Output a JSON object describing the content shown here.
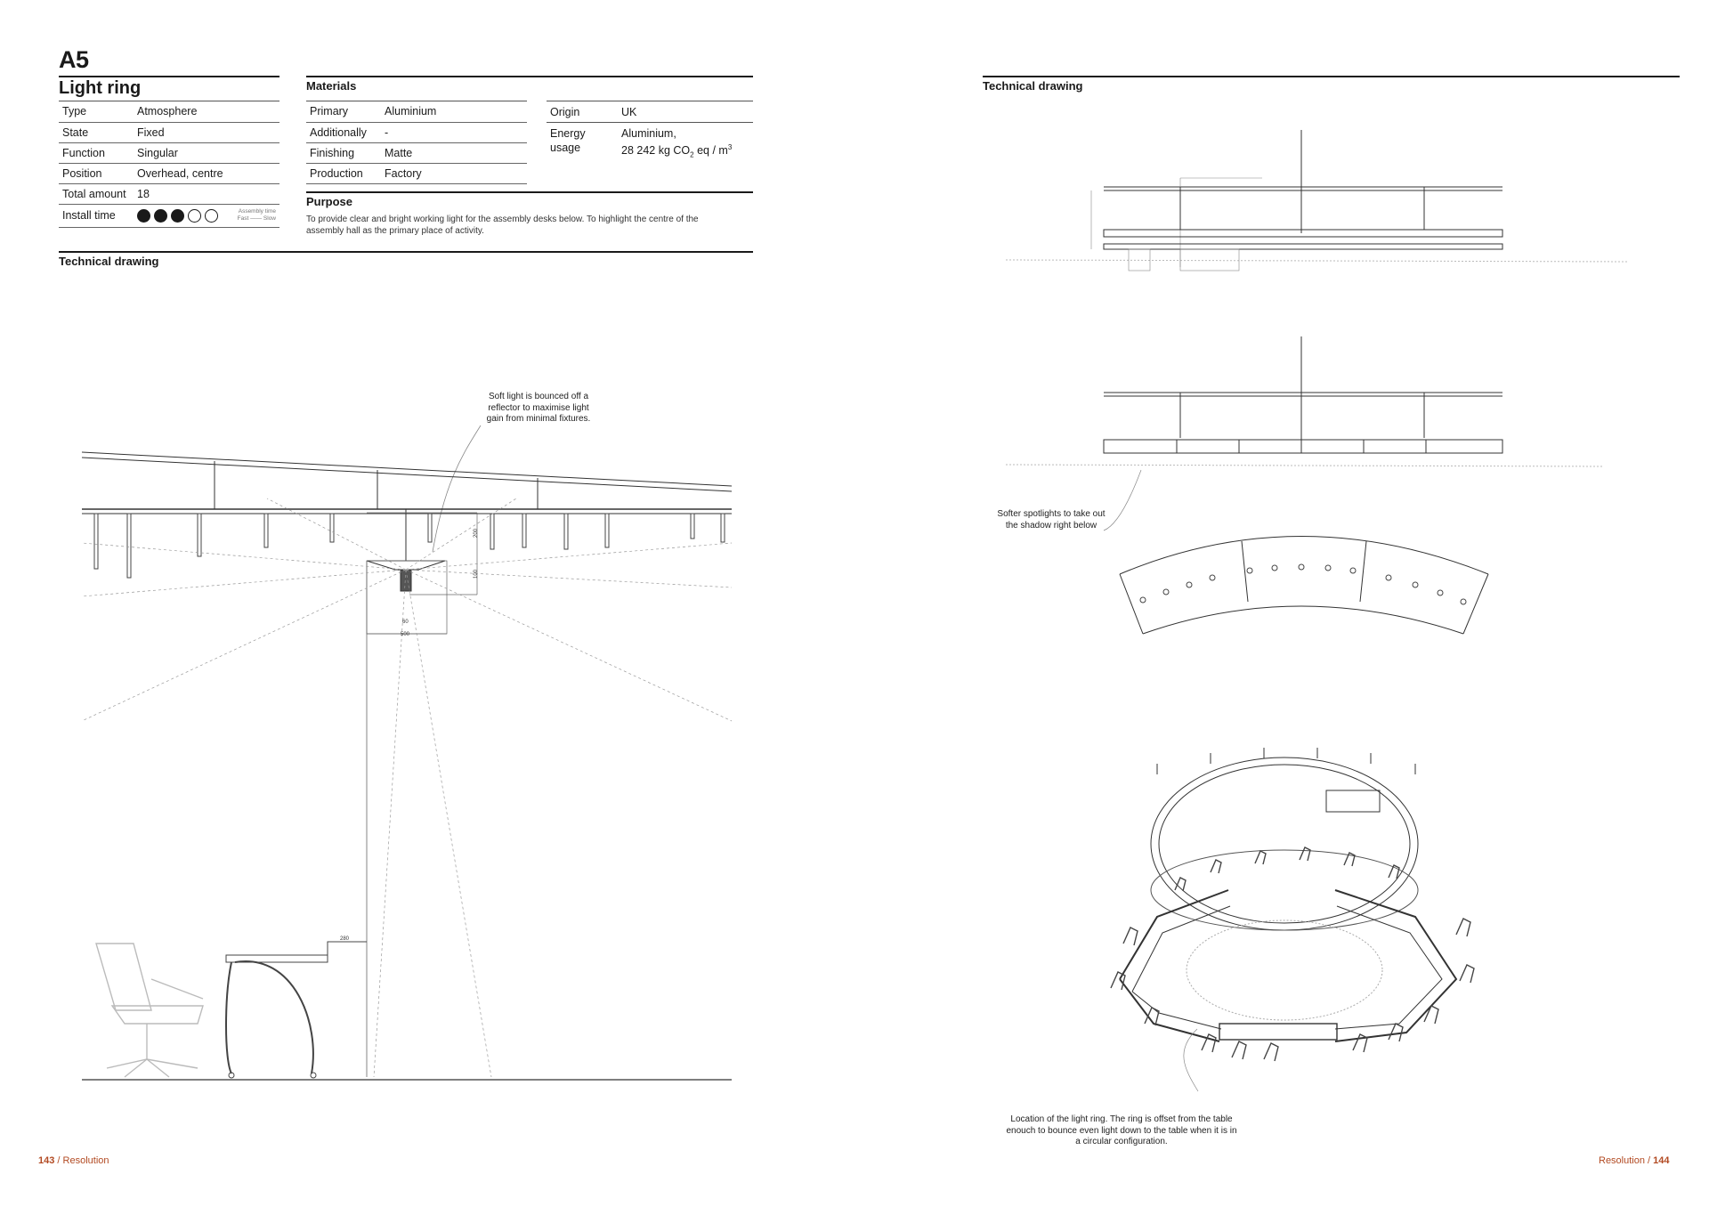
{
  "page_left": {
    "code": "A5",
    "title": "Light ring",
    "specs": [
      {
        "label": "Type",
        "value": "Atmosphere"
      },
      {
        "label": "State",
        "value": "Fixed"
      },
      {
        "label": "Function",
        "value": "Singular"
      },
      {
        "label": "Position",
        "value": "Overhead, centre"
      },
      {
        "label": "Total amount",
        "value": "18"
      },
      {
        "label": "Install time",
        "value": ""
      }
    ],
    "install_time": {
      "filled": 3,
      "total": 5,
      "legend_line1": "Assembly time",
      "legend_line2": "Fast —— Slow"
    },
    "materials": {
      "heading": "Materials",
      "left": [
        {
          "label": "Primary",
          "value": "Aluminium"
        },
        {
          "label": "Additionally",
          "value": "-"
        },
        {
          "label": "Finishing",
          "value": "Matte"
        },
        {
          "label": "Production",
          "value": "Factory"
        }
      ],
      "origin_label": "Origin",
      "origin_value": "UK",
      "energy_label_1": "Energy",
      "energy_label_2": "usage",
      "energy_value_1": "Aluminium,",
      "energy_value_2": "28 242 kg CO",
      "energy_sub": "2",
      "energy_value_3": " eq / m",
      "energy_sup": "3"
    },
    "purpose": {
      "heading": "Purpose",
      "text": "To provide clear and bright working light for the assembly desks below. To highlight the centre of the assembly hall as the primary place of activity."
    },
    "tech_heading": "Technical drawing",
    "note_reflector_1": "Soft light is bounced off a",
    "note_reflector_2": "reflector to maximise light",
    "note_reflector_3": "gain from minimal fixtures.",
    "dims": {
      "d1": "500",
      "d2": "60",
      "d3": "200",
      "d4": "100",
      "d5": "280"
    },
    "footer_page": "143",
    "footer_section": "Resolution"
  },
  "page_right": {
    "tech_heading": "Technical drawing",
    "note_spot_1": "Softer spotlights to take out",
    "note_spot_2": "the shadow right below",
    "note_location_1": "Location of the light ring. The ring is offset from the table",
    "note_location_2": "enouch to bounce even light down to the table when it is in",
    "note_location_3": "a circular configuration.",
    "footer_page": "144",
    "footer_section": "Resolution"
  },
  "colors": {
    "accent": "#b24a22",
    "ink": "#1a1a1a"
  }
}
